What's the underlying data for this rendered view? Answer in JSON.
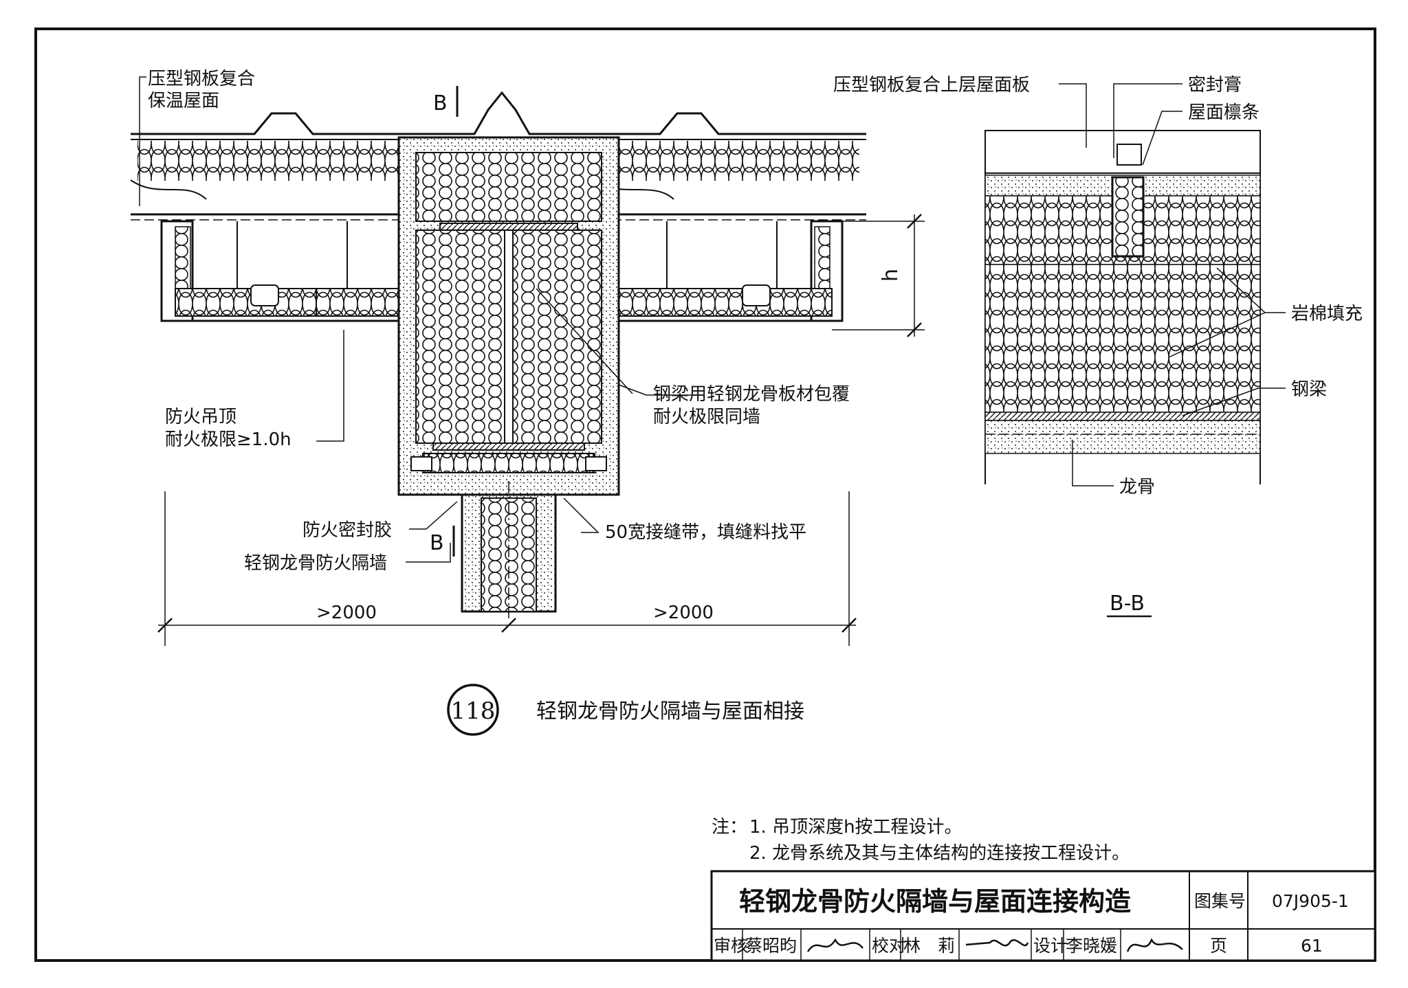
{
  "main_drawing": {
    "labels": {
      "roof_composite": [
        "压型钢板复合",
        "保温屋面"
      ],
      "fire_ceiling": [
        "防火吊顶",
        "耐火极限≥1.0h"
      ],
      "beam_cladding": [
        "钢梁用轻钢龙骨板材包覆",
        "耐火极限同墙"
      ],
      "fire_sealant": "防火密封胶",
      "partition_wall": "轻钢龙骨防火隔墙",
      "joint_tape": "50宽接缝带，填缝料找平"
    },
    "section_mark": "B",
    "height_mark": "h",
    "dims": [
      ">2000",
      ">2000"
    ]
  },
  "section_bb": {
    "labels": {
      "upper_roof_panel": "压型钢板复合上层屋面板",
      "sealant": "密封膏",
      "purlin": "屋面檩条",
      "rock_wool": "岩棉填充",
      "steel_beam": "钢梁",
      "keel": "龙骨"
    },
    "title": "B-B"
  },
  "detail": {
    "number": "118",
    "title": "轻钢龙骨防火隔墙与屋面相接"
  },
  "notes": {
    "prefix": "注：",
    "items": [
      "1. 吊顶深度h按工程设计。",
      "2. 龙骨系统及其与主体结构的连接按工程设计。"
    ]
  },
  "title_block": {
    "title": "轻钢龙骨防火隔墙与屋面连接构造",
    "atlas_label": "图集号",
    "atlas_no": "07J905-1",
    "review_label": "审核",
    "reviewer": "蔡昭昀",
    "check_label": "校对",
    "checker": "林　莉",
    "design_label": "设计",
    "designer": "李晓媛",
    "page_label": "页",
    "page_no": "61"
  }
}
